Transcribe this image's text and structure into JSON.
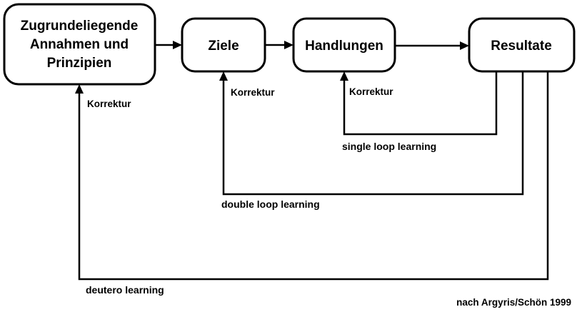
{
  "nodes": {
    "annahmen": {
      "lines": [
        "Zugrundeliegende",
        "Annahmen und",
        "Prinzipien"
      ]
    },
    "ziele": {
      "label": "Ziele"
    },
    "handlungen": {
      "label": "Handlungen"
    },
    "resultate": {
      "label": "Resultate"
    }
  },
  "korrektur_labels": {
    "annahmen": "Korrektur",
    "ziele": "Korrektur",
    "handlungen": "Korrektur"
  },
  "loops": {
    "single": "single loop learning",
    "double": "double loop learning",
    "deutero": "deutero learning"
  },
  "source": "nach Argyris/Schön 1999",
  "colors": {
    "line": "#000000",
    "box_fill": "#ffffff",
    "background": "#ffffff"
  }
}
